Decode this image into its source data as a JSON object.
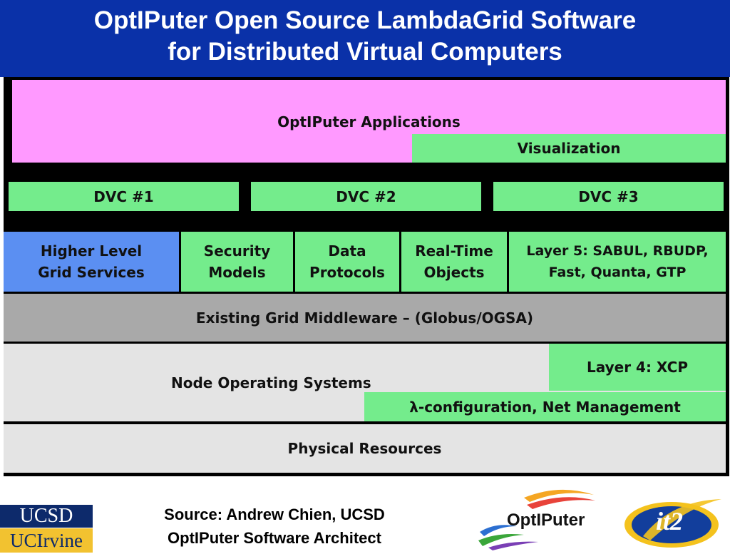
{
  "title": {
    "line1": "OptIPuter Open Source LambdaGrid Software",
    "line2": "for Distributed Virtual Computers"
  },
  "diagram": {
    "applications": "OptIPuter Applications",
    "visualization": "Visualization",
    "dvc": [
      "DVC #1",
      "DVC #2",
      "DVC #3"
    ],
    "services": [
      {
        "line1": "Higher Level",
        "line2": "Grid Services"
      },
      {
        "line1": "Security",
        "line2": "Models"
      },
      {
        "line1": "Data",
        "line2": "Protocols"
      },
      {
        "line1": "Real-Time",
        "line2": "Objects"
      },
      {
        "line1": "Layer 5: SABUL, RBUDP,",
        "line2": "Fast, Quanta, GTP"
      }
    ],
    "middleware": "Existing Grid Middleware – (Globus/OGSA)",
    "node_os": "Node Operating Systems",
    "layer4": "Layer 4: XCP",
    "lambda_config": "λ-configuration, Net Management",
    "physical": "Physical Resources"
  },
  "footer": {
    "source_line1": "Source: Andrew Chien, UCSD",
    "source_line2": "OptIPuter Software Architect",
    "ucsd_logo": "UCSD",
    "uci_logo": "UCIrvine",
    "optiputer_logo": "OptIPuter",
    "it2_logo": "it2"
  },
  "colors": {
    "title_bg": "#0a31a8",
    "applications": "#ff99ff",
    "green_blocks": "#74ec8c",
    "grid_services": "#5b8ff2",
    "middleware": "#a9a9a9",
    "os_layer": "#e4e4e4"
  }
}
